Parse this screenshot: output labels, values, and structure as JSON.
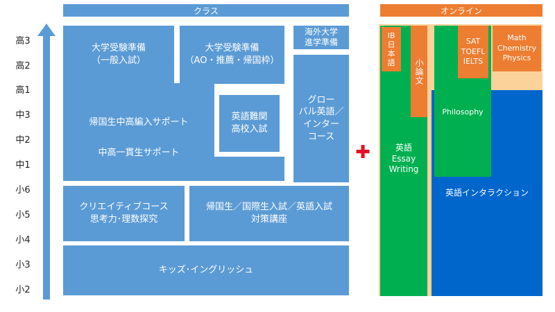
{
  "class_section": {
    "header": "クラス",
    "blocks": {
      "univ_general": [
        "大学受験準備",
        "（一般入試）"
      ],
      "univ_ao": [
        "大学受験準備",
        "（AO・推薦・帰国枠）"
      ],
      "overseas": [
        "海外大学",
        "進学準備"
      ],
      "returnee_support": "帰国生中高編入サポート",
      "integrated_support": "中高一貫生サポート",
      "english_hs": [
        "英語難関",
        "高校入試"
      ],
      "global": [
        "グロー",
        "バル英語／",
        "インター",
        "コース"
      ],
      "creative": [
        "クリエイティブコース",
        "思考力･理数探究"
      ],
      "entrance": [
        "帰国生／国際生入試／英語入試",
        "対策講座"
      ],
      "kids": "キッズ･イングリッシュ"
    }
  },
  "grades": [
    "高3",
    "高2",
    "高1",
    "中3",
    "中2",
    "中1",
    "小6",
    "小5",
    "小4",
    "小3",
    "小2"
  ],
  "plus_symbol": "✚",
  "online_section": {
    "header": "オンライン",
    "blocks": {
      "ib": [
        "IB",
        "日",
        "本",
        "語"
      ],
      "essay": [
        "英語",
        "Essay",
        "Writing"
      ],
      "shoronbun": "小論文",
      "philosophy": "Philosophy",
      "sat": [
        "SAT",
        "TOEFL",
        "IELTS"
      ],
      "math": [
        "Math",
        "Chemistry",
        "Physics"
      ],
      "interaction": "英語インタラクション"
    }
  },
  "colors": {
    "class_blue": "#5b9bd5",
    "online_orange": "#ed7d31",
    "green": "#00b050",
    "deep_blue": "#0066cc",
    "light_orange": "#fbd29a",
    "plus_red": "#e81123"
  }
}
